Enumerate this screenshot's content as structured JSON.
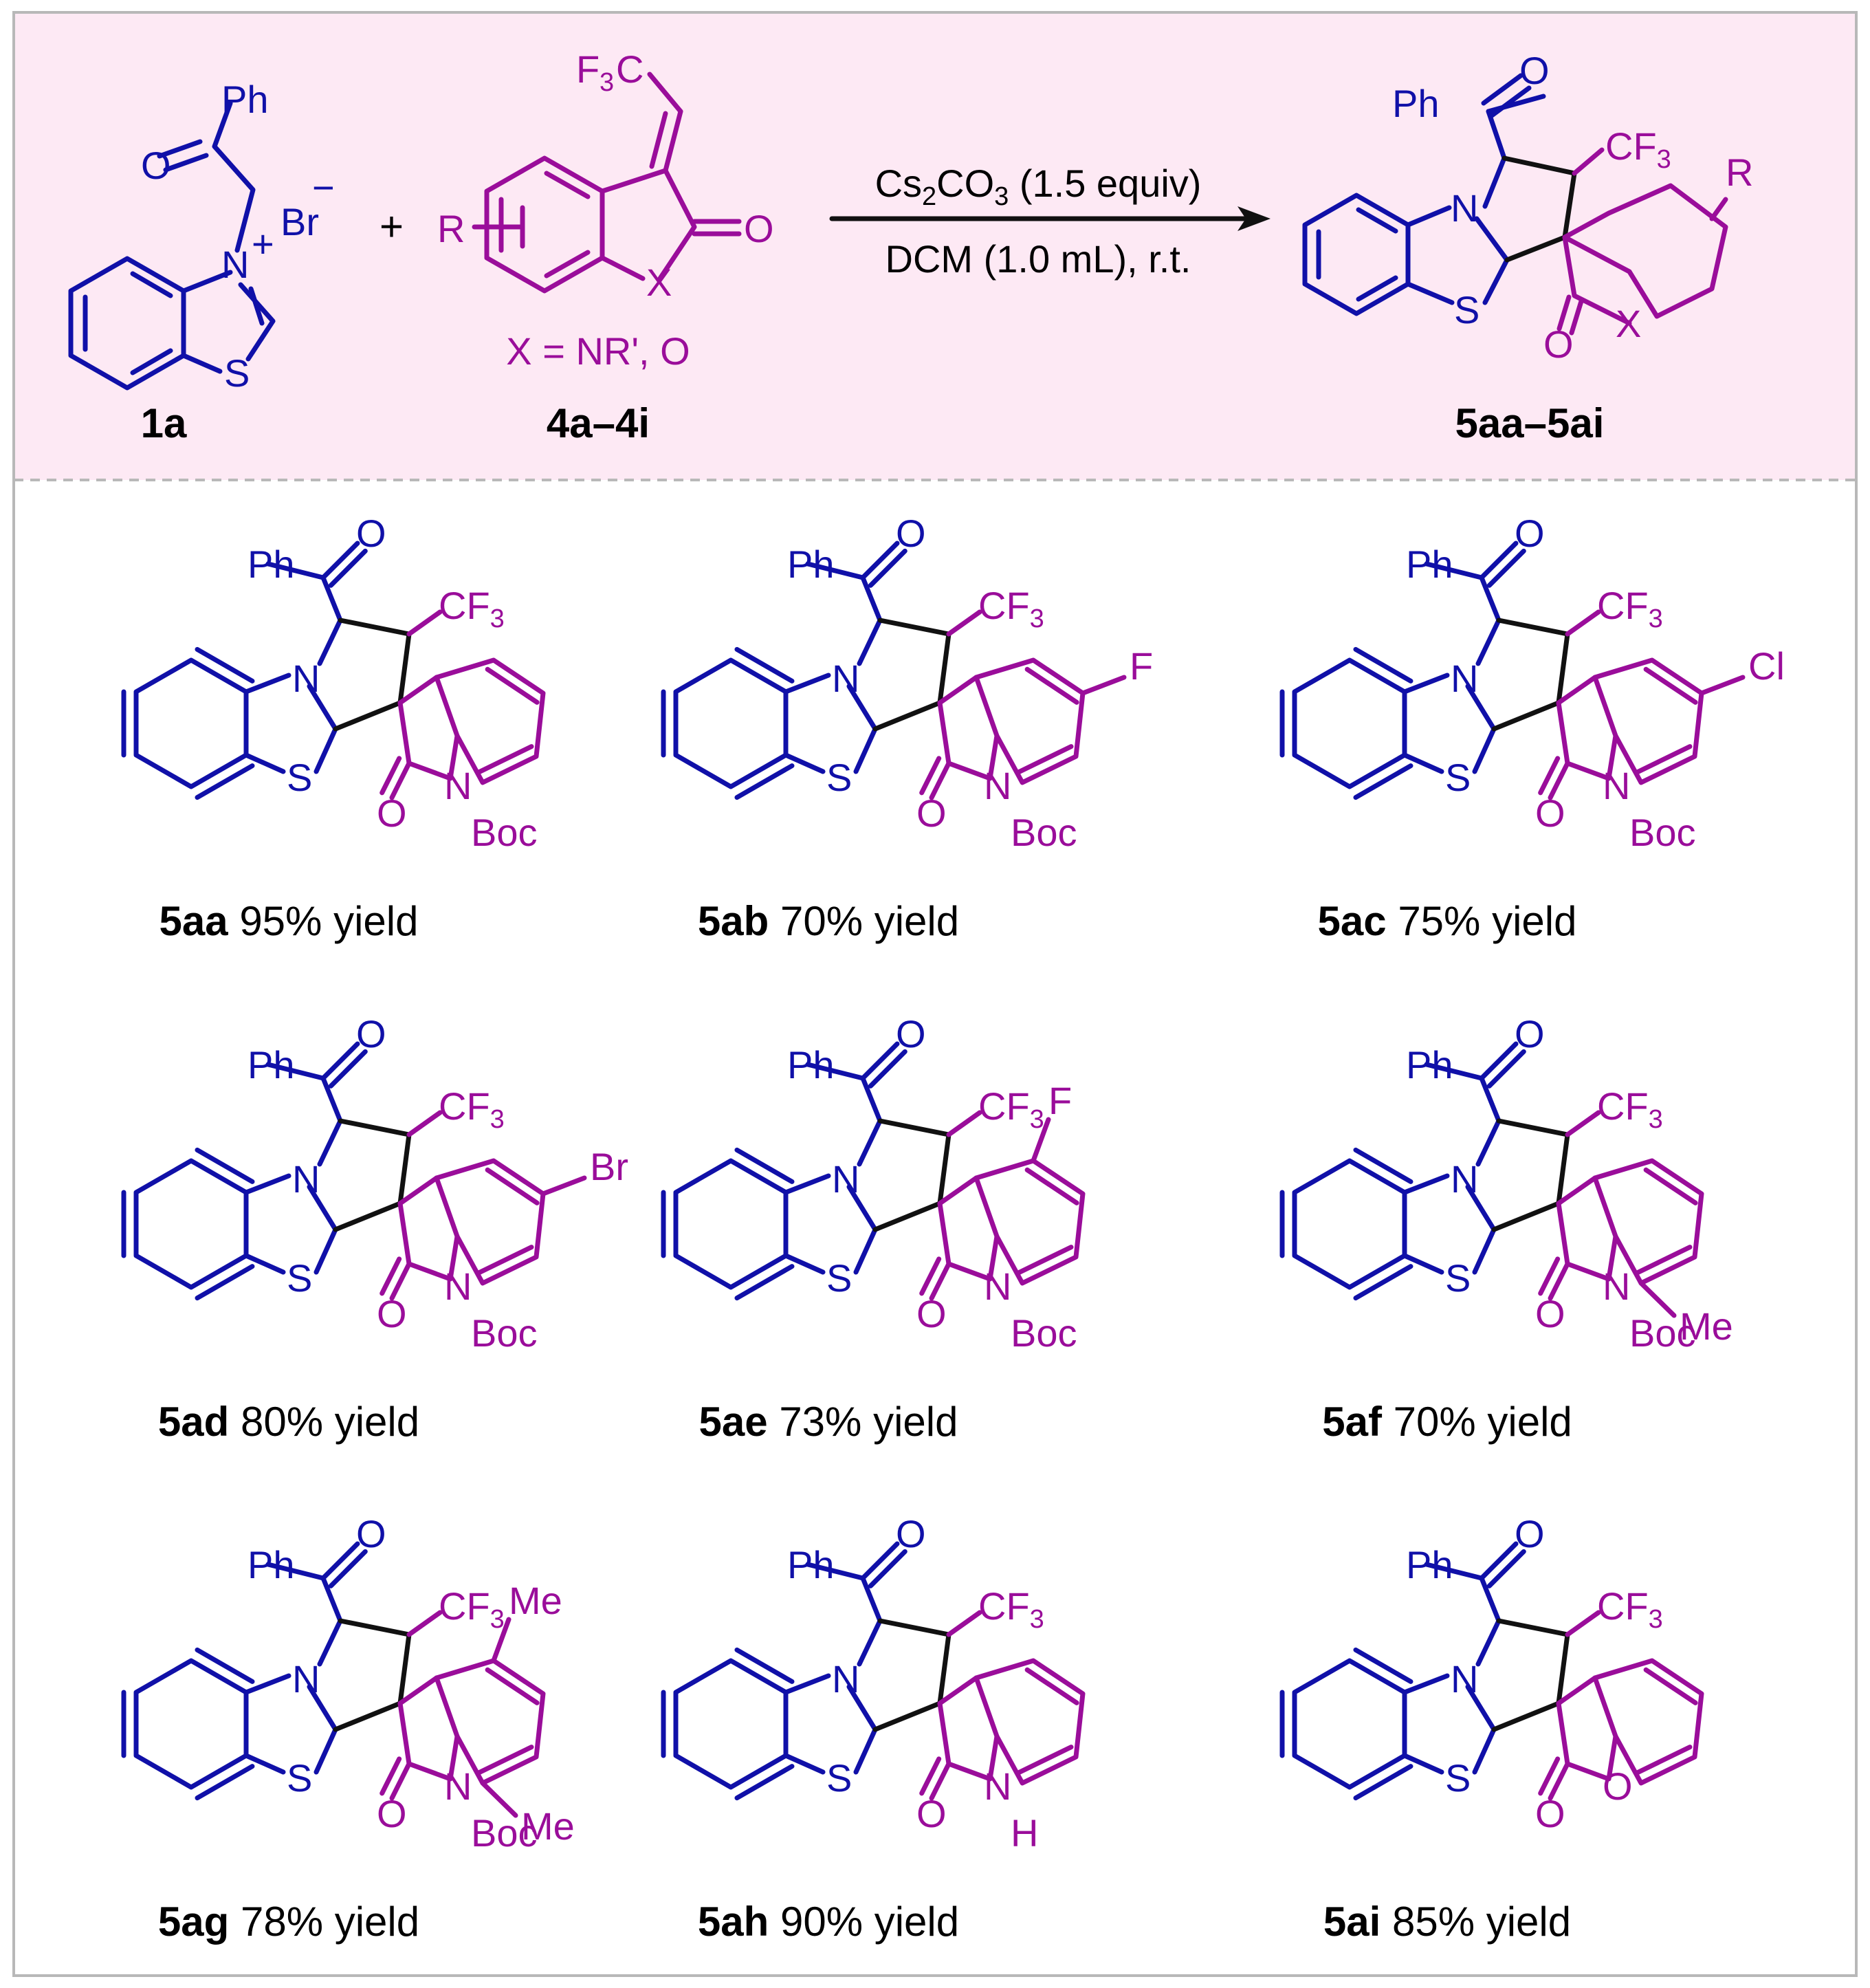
{
  "colors": {
    "header_background": "#fde9f4",
    "frame": "#b8b8b8",
    "fragment_benzothiazolium": "#1010a8",
    "fragment_oxindole": "#9a0d9a",
    "new_bonds": "#111111"
  },
  "header": {
    "reactant_1": {
      "atoms": {
        "ph": "Ph",
        "o": "O",
        "br": "Br",
        "minus": "−",
        "n": "N",
        "plus": "+",
        "s": "S"
      },
      "compound_id": "1a"
    },
    "plus_sign": "+",
    "reactant_2": {
      "atoms": {
        "cf3_f": "F",
        "cf3_sub": "3",
        "cf3_c": "C",
        "r": "R",
        "o": "O",
        "x": "X"
      },
      "x_definition": "X = NR', O",
      "compound_id": "4a–4i"
    },
    "conditions": {
      "reagent_prefix": "Cs",
      "reagent_sub1": "2",
      "reagent_mid": "CO",
      "reagent_sub2": "3",
      "reagent_suffix": " (1.5 equiv)",
      "solvent": "DCM (1.0 mL), r.t."
    },
    "product": {
      "atoms": {
        "ph": "Ph",
        "o": "O",
        "cf": "CF",
        "sub3": "3",
        "r": "R",
        "n": "N",
        "s": "S",
        "o2": "O",
        "x": "X"
      },
      "compound_id": "5aa–5ai"
    }
  },
  "common_atoms": {
    "ph": "Ph",
    "o": "O",
    "cf": "CF",
    "sub3": "3",
    "n": "N",
    "s": "S",
    "boc": "Boc"
  },
  "products": [
    {
      "id": "5aa",
      "yield": "95% yield",
      "substituents": [],
      "lactam": "N",
      "n_label": "N",
      "n_sub": "Boc"
    },
    {
      "id": "5ab",
      "yield": "70% yield",
      "substituents": [
        {
          "pos": "C5",
          "label": "F"
        }
      ],
      "lactam": "N",
      "n_label": "N",
      "n_sub": "Boc"
    },
    {
      "id": "5ac",
      "yield": "75% yield",
      "substituents": [
        {
          "pos": "C5",
          "label": "Cl"
        }
      ],
      "lactam": "N",
      "n_label": "N",
      "n_sub": "Boc"
    },
    {
      "id": "5ad",
      "yield": "80% yield",
      "substituents": [
        {
          "pos": "C5",
          "label": "Br"
        }
      ],
      "lactam": "N",
      "n_label": "N",
      "n_sub": "Boc"
    },
    {
      "id": "5ae",
      "yield": "73% yield",
      "substituents": [
        {
          "pos": "C4",
          "label": "F"
        }
      ],
      "lactam": "N",
      "n_label": "N",
      "n_sub": "Boc"
    },
    {
      "id": "5af",
      "yield": "70% yield",
      "substituents": [
        {
          "pos": "C7",
          "label": "Me"
        }
      ],
      "lactam": "N",
      "n_label": "N",
      "n_sub": "Boc"
    },
    {
      "id": "5ag",
      "yield": "78% yield",
      "substituents": [
        {
          "pos": "C4",
          "label": "Me"
        },
        {
          "pos": "C7",
          "label": "Me"
        }
      ],
      "lactam": "N",
      "n_label": "N",
      "n_sub": "Boc"
    },
    {
      "id": "5ah",
      "yield": "90% yield",
      "substituents": [],
      "lactam": "N",
      "n_label": "N",
      "n_sub": "H"
    },
    {
      "id": "5ai",
      "yield": "85% yield",
      "substituents": [],
      "lactam": "O",
      "n_label": "O",
      "n_sub": ""
    }
  ]
}
